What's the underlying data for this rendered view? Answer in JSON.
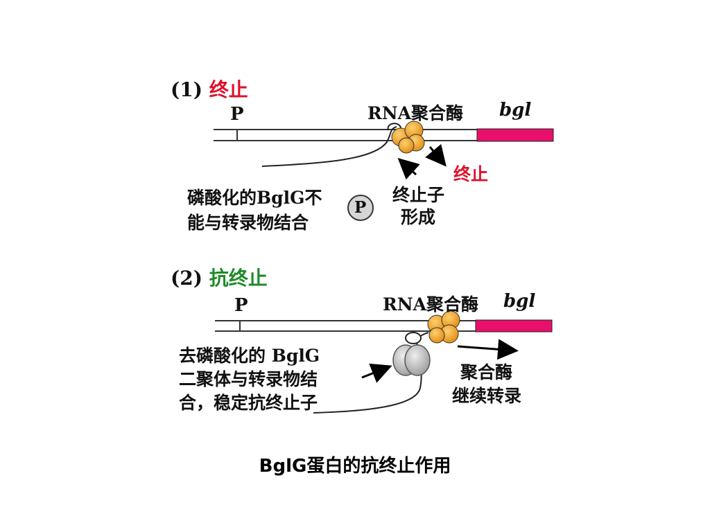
{
  "panel1": {
    "number": "(1)",
    "title": "终止",
    "promoter": "P",
    "polymerase_label": "RNA聚合酶",
    "gene": "bgl",
    "terminate_label": "终止",
    "terminator_label_line1": "终止子",
    "terminator_label_line2": "形成",
    "note_line1": "磷酸化的BglG不",
    "note_line2": "能与转录物结合",
    "phosphate": "P"
  },
  "panel2": {
    "number": "(2)",
    "title": "抗终止",
    "promoter": "P",
    "polymerase_label": "RNA聚合酶",
    "gene": "bgl",
    "note_line1": "去磷酸化的 BglG",
    "note_line2": "二聚体与转录物结",
    "note_line3": "合，稳定抗终止子",
    "continue_line1": "聚合酶",
    "continue_line2": "继续转录"
  },
  "caption": "BglG蛋白的抗终止作用",
  "colors": {
    "gene_bar": "#e8106a",
    "polymerase": "#f0a020",
    "terminate_text": "#e0102a",
    "antiterminate_text": "#1f8a2a",
    "bglg_dimer": "#c8c8c8"
  }
}
